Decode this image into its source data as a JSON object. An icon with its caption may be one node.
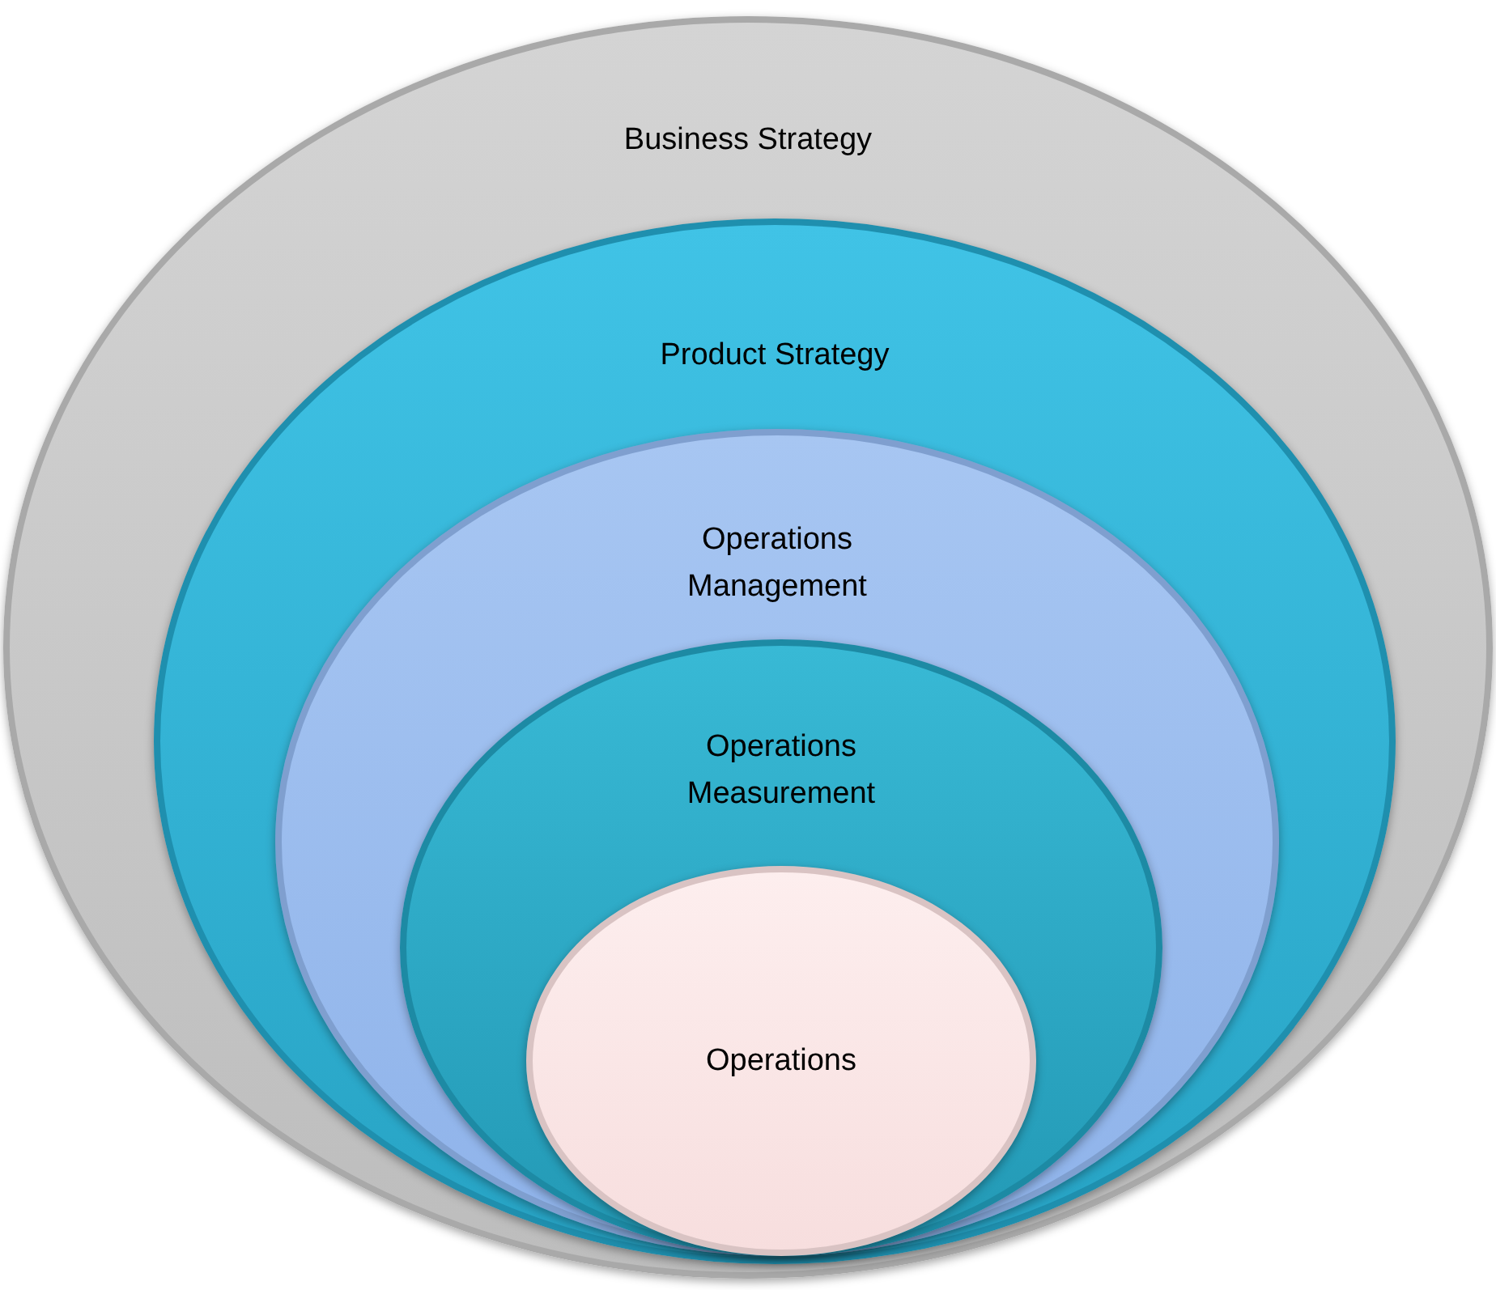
{
  "diagram": {
    "nodes": [
      {
        "text": [
          "Business Strategy"
        ]
      },
      {
        "text": [
          "Product Strategy"
        ],
        "in": 0
      },
      {
        "text": [
          "Operations Management"
        ],
        "in": 1
      },
      {
        "text": [
          "Operations Measurement"
        ],
        "in": 2
      },
      {
        "text": [
          "Operations"
        ],
        "in": 3
      }
    ]
  }
}
